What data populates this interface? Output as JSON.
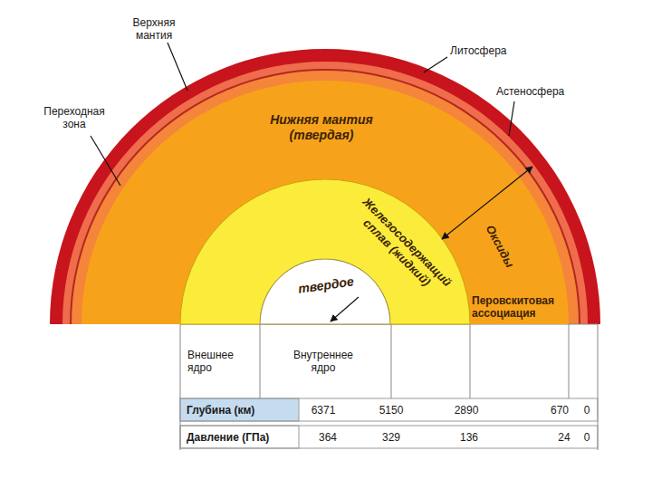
{
  "diagram": {
    "nodes": [
      {
        "text": [
          "Нижняя мантия (твердая)"
        ]
      },
      {
        "text": [
          "Железосодержащий сплав (жидкий)"
        ]
      },
      {
        "text": [
          "твердое"
        ]
      }
    ],
    "labels": [
      "Верхняя мантия",
      "Литосфера",
      "Переходная зона",
      "Астеносфера",
      "Оксиды",
      "Перовскитовая ассоциация",
      "Внешнее ядро",
      "Внутреннее ядро",
      "Глубина (км)",
      "6371",
      "5150",
      "2890",
      "670",
      "0",
      "Давление (ГПа)",
      "364",
      "329",
      "136",
      "24",
      "0"
    ]
  }
}
